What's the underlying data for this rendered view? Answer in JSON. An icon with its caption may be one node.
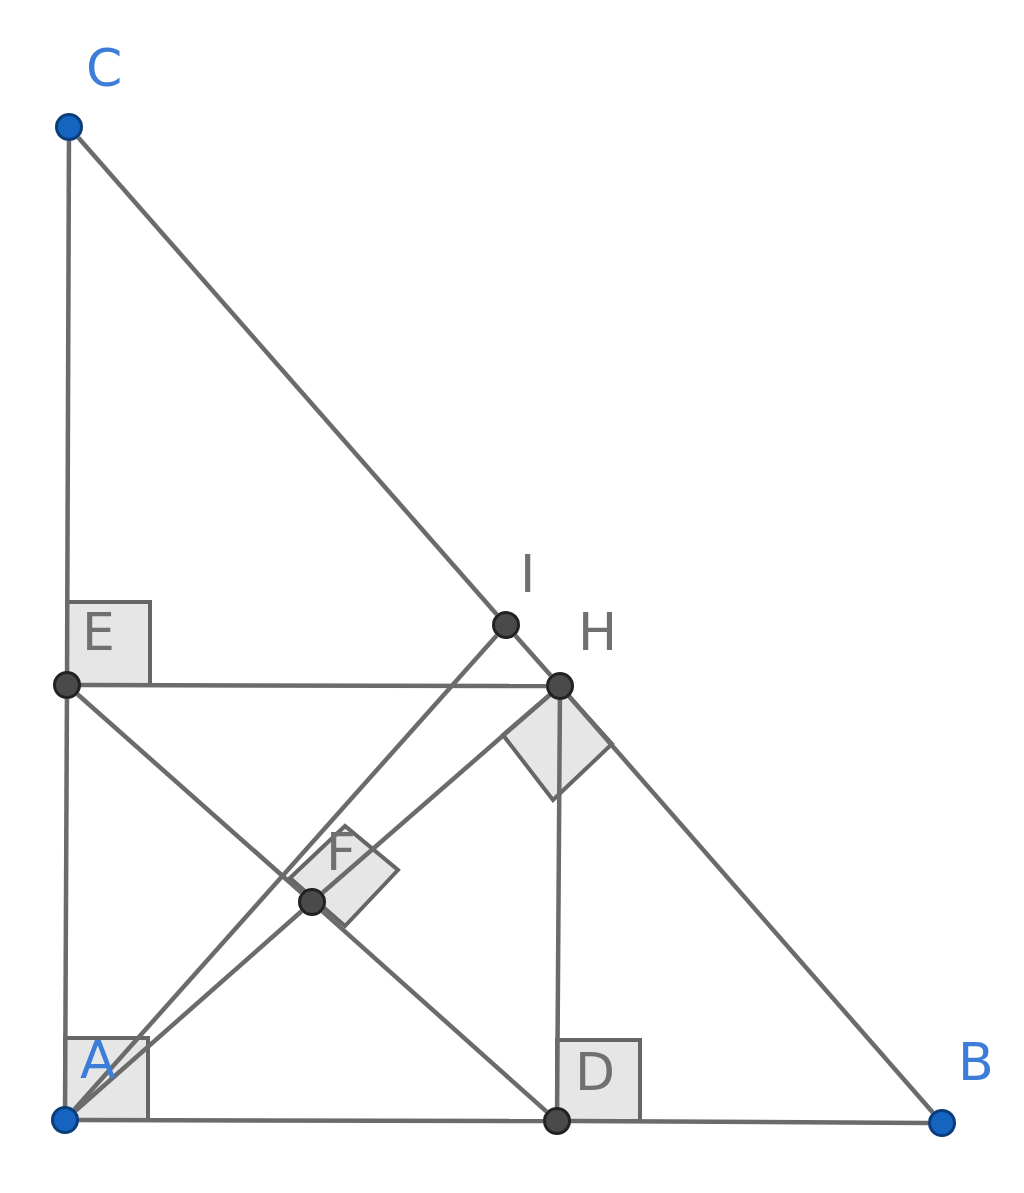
{
  "diagram": {
    "nodes": [
      {
        "text": [
          "C"
        ]
      },
      {
        "text": [
          "A"
        ]
      },
      {
        "text": [
          "B"
        ]
      },
      {
        "text": [
          "E"
        ]
      },
      {
        "text": [
          "D"
        ]
      },
      {
        "text": [
          "H"
        ]
      },
      {
        "text": [
          "I"
        ]
      },
      {
        "text": [
          "F"
        ]
      }
    ],
    "edges": [
      {
        "from": 0,
        "to": 3,
        "arrow": "none"
      },
      {
        "from": 3,
        "to": 1,
        "arrow": "none"
      },
      {
        "from": 1,
        "to": 4,
        "arrow": "none"
      },
      {
        "from": 4,
        "to": 2,
        "arrow": "none"
      },
      {
        "from": 0,
        "to": 6,
        "arrow": "none"
      },
      {
        "from": 6,
        "to": 5,
        "arrow": "none"
      },
      {
        "from": 5,
        "to": 2,
        "arrow": "none"
      },
      {
        "from": 3,
        "to": 5,
        "arrow": "none"
      },
      {
        "from": 3,
        "to": 7,
        "arrow": "none"
      },
      {
        "from": 7,
        "to": 4,
        "arrow": "none"
      },
      {
        "from": 1,
        "to": 7,
        "arrow": "none"
      },
      {
        "from": 7,
        "to": 5,
        "arrow": "none"
      },
      {
        "from": 1,
        "to": 6,
        "arrow": "none"
      },
      {
        "from": 5,
        "to": 4,
        "arrow": "none"
      }
    ]
  }
}
